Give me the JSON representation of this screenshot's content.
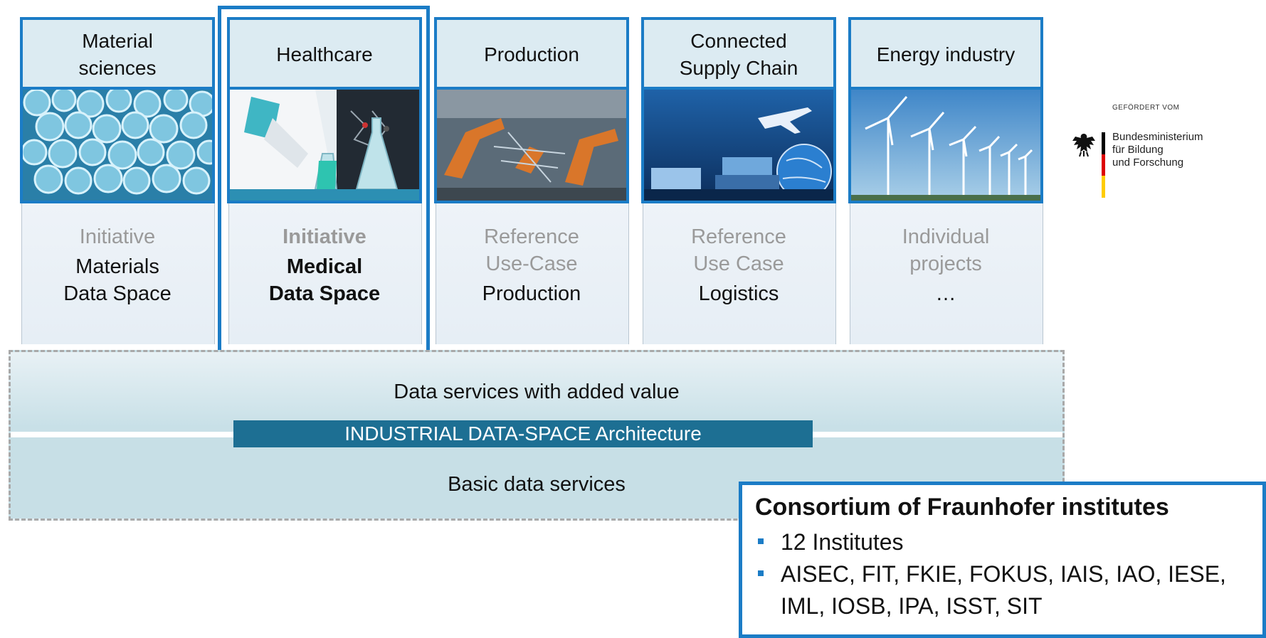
{
  "columns": [
    {
      "title": "Material sciences",
      "title_lines": [
        "Material",
        "sciences"
      ],
      "image": "bubble-foam-image",
      "body_grey": [
        "Initiative"
      ],
      "body_dark": [
        "Materials",
        "Data Space"
      ],
      "bold": false
    },
    {
      "title": "Healthcare",
      "title_lines": [
        "Healthcare"
      ],
      "image": "laboratory-image",
      "body_grey": [
        "Initiative"
      ],
      "body_dark": [
        "Medical",
        "Data Space"
      ],
      "bold": true
    },
    {
      "title": "Production",
      "title_lines": [
        "Production"
      ],
      "image": "industrial-robots-image",
      "body_grey": [
        "Reference",
        "Use-Case"
      ],
      "body_dark": [
        "Production"
      ],
      "bold": false
    },
    {
      "title": "Connected Supply Chain",
      "title_lines": [
        "Connected",
        "Supply Chain"
      ],
      "image": "logistics-image",
      "body_grey": [
        "Reference",
        "Use Case"
      ],
      "body_dark": [
        "Logistics"
      ],
      "bold": false
    },
    {
      "title": "Energy industry",
      "title_lines": [
        "Energy industry"
      ],
      "image": "wind-turbines-image",
      "body_grey": [
        "Individual",
        "projects"
      ],
      "body_dark": [
        "…"
      ],
      "bold": false
    }
  ],
  "platform": {
    "top_label": "Data services with added value",
    "architecture_label": "INDUSTRIAL DATA-SPACE Architecture",
    "bottom_label": "Basic data services"
  },
  "sponsor": {
    "small": "GEFÖRDERT VOM",
    "lines": [
      "Bundesministerium",
      "für Bildung",
      "und Forschung"
    ],
    "flag_colors": [
      "#000000",
      "#dd0000",
      "#ffcc00"
    ]
  },
  "consortium": {
    "title": "Consortium of Fraunhofer institutes",
    "items": [
      "12 Institutes",
      "AISEC, FIT, FKIE, FOKUS, IAIS, IAO, IESE, IML, IOSB, IPA, ISST, SIT"
    ]
  },
  "colors": {
    "accent": "#1b7cc6",
    "header_bg": "#dcebf2",
    "arch_bar": "#1d6f93"
  }
}
